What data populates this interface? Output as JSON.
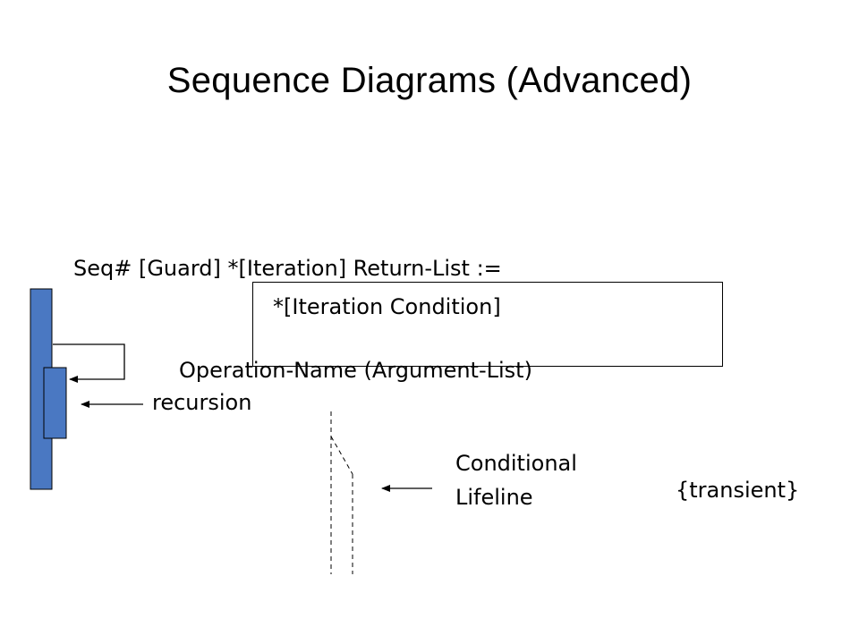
{
  "slide": {
    "title": "Sequence Diagrams (Advanced)",
    "syntax_line1": "Seq# [Guard] *[Iteration] Return-List :=",
    "syntax_line2": "Operation-Name (Argument-List)",
    "iteration_condition": "*[Iteration Condition]",
    "recursion_label": "recursion",
    "conditional_lifeline_label": "Conditional\nLifeline",
    "transient_label": "{transient}"
  },
  "colors": {
    "activation_fill": "#4a78c2",
    "line": "#000000"
  }
}
